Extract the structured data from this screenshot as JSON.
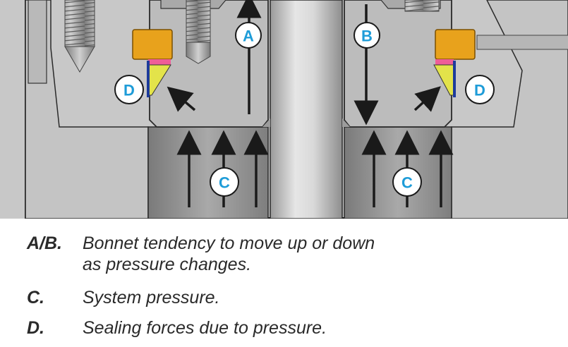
{
  "diagram": {
    "callouts": {
      "a": "A",
      "b": "B",
      "c_left": "C",
      "c_right": "C",
      "d_left": "D",
      "d_right": "D"
    },
    "colors": {
      "body_gray": "#c9c9c9",
      "bonnet_gray": "#bdbdbd",
      "cavity_dark": "#8b8b8b",
      "stem_light": "#e3e3e3",
      "gasket_orange": "#e8a21c",
      "seal_yellow": "#e3e34a",
      "seal_pink": "#ef5d97",
      "seal_blue": "#1d3b9b",
      "callout_blue": "#1e9cd8",
      "line_dark": "#1a1a1a"
    }
  },
  "legend": [
    {
      "key": "A/B.",
      "text_line1": "Bonnet tendency to move up or down",
      "text_line2": "as pressure changes."
    },
    {
      "key": "C.",
      "text_line1": "System pressure."
    },
    {
      "key": "D.",
      "text_line1": "Sealing forces due to pressure."
    }
  ]
}
